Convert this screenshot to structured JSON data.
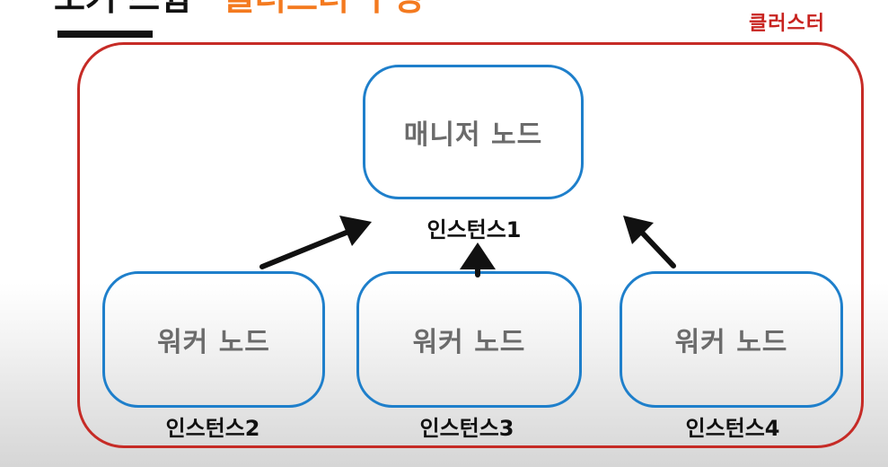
{
  "title": {
    "left_fragment": "도커 스웜",
    "right_fragment": "클러스터 구성"
  },
  "cluster": {
    "label": "클러스터"
  },
  "manager": {
    "label": "매니저 노드",
    "instance": "인스턴스1"
  },
  "workers": [
    {
      "label": "워커 노드",
      "instance": "인스턴스2"
    },
    {
      "label": "워커 노드",
      "instance": "인스턴스3"
    },
    {
      "label": "워커 노드",
      "instance": "인스턴스4"
    }
  ],
  "colors": {
    "cluster_border": "#c62b26",
    "node_border": "#1e7fcb",
    "title_accent": "#f47a1f",
    "arrow": "#111111"
  }
}
